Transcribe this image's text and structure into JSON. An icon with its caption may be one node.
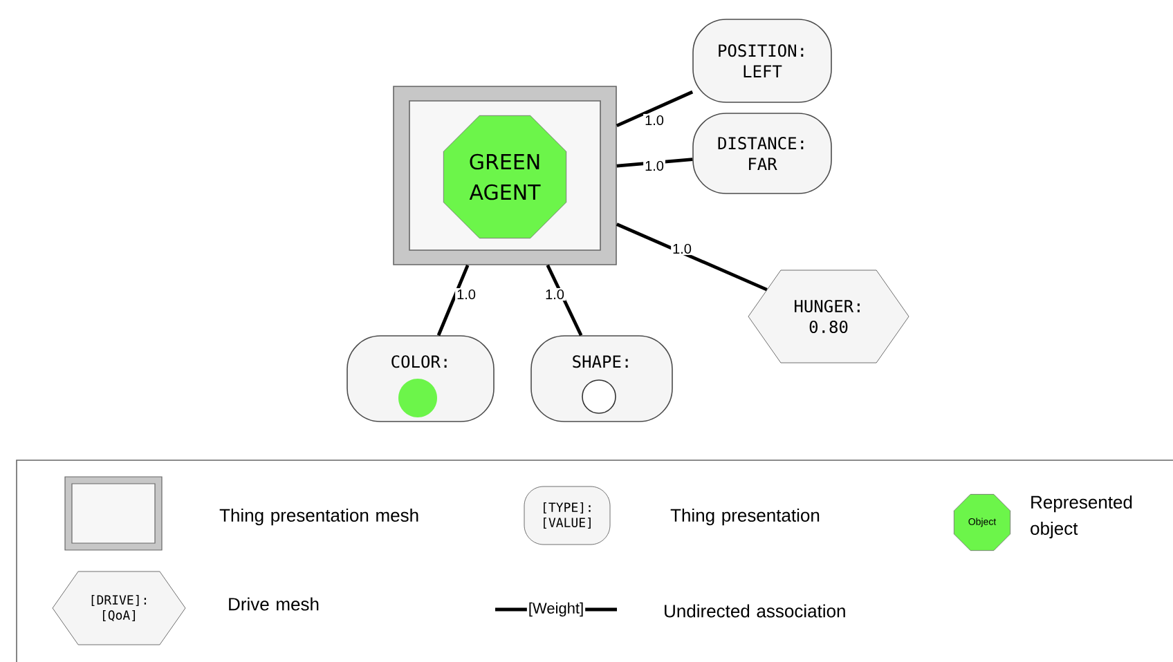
{
  "diagram": {
    "nodes": [
      {
        "text": [],
        "shape": "box"
      },
      {
        "text": [
          "GREEN AGENT"
        ],
        "in": 0
      },
      {
        "text": [
          "POSITION:",
          "LEFT"
        ]
      },
      {
        "text": [
          "DISTANCE:",
          "FAR"
        ]
      },
      {
        "text": [
          "HUNGER:",
          "0.80"
        ]
      },
      {
        "text": [
          "COLOR:"
        ]
      },
      {
        "text": [],
        "shape": "circle",
        "in": 5
      },
      {
        "text": [
          "SHAPE:"
        ]
      },
      {
        "text": [],
        "shape": "circle",
        "in": 7
      }
    ],
    "edges": [
      {
        "from": 0,
        "to": 2,
        "arrow": "none",
        "label": "1.0"
      },
      {
        "from": 0,
        "to": 3,
        "arrow": "none",
        "label": "1.0"
      },
      {
        "from": 0,
        "to": 4,
        "arrow": "none",
        "label": "1.0"
      },
      {
        "from": 0,
        "to": 5,
        "arrow": "none",
        "label": "1.0"
      },
      {
        "from": 0,
        "to": 7,
        "arrow": "none",
        "label": "1.0"
      }
    ],
    "labels": [
      "[TYPE]:",
      "[VALUE]",
      "Object",
      "[DRIVE]:",
      "[QoA]",
      "[Weight]"
    ],
    "legend": [
      {
        "text": "Thing presentation mesh"
      },
      {
        "text": "Thing presentation"
      },
      {
        "text": "Represented object"
      },
      {
        "text": "Drive mesh"
      },
      {
        "text": "Undirected association"
      }
    ]
  }
}
